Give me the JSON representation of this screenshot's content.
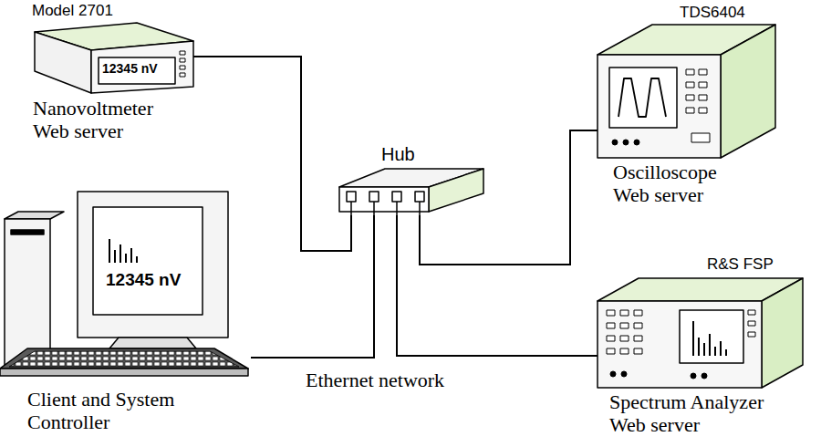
{
  "diagram": {
    "nodes": [
      {
        "text": [
          "Model 2701",
          "12345 nV",
          "Nanovoltmeter Web server"
        ]
      },
      {
        "text": [
          "Hub"
        ]
      },
      {
        "text": [
          "TDS6404",
          "Oscilloscope Web server"
        ]
      },
      {
        "text": [
          "R&S FSP",
          "Spectrum Analyzer Web server"
        ]
      },
      {
        "text": [
          "12345 nV",
          "Client and System Controller"
        ]
      }
    ],
    "edges": [
      {
        "from": 0,
        "to": 1,
        "arrow": "none"
      },
      {
        "from": 2,
        "to": 1,
        "arrow": "none"
      },
      {
        "from": 3,
        "to": 1,
        "arrow": "none"
      },
      {
        "from": 4,
        "to": 1,
        "arrow": "none"
      }
    ],
    "labels": [
      "Ethernet network"
    ]
  }
}
